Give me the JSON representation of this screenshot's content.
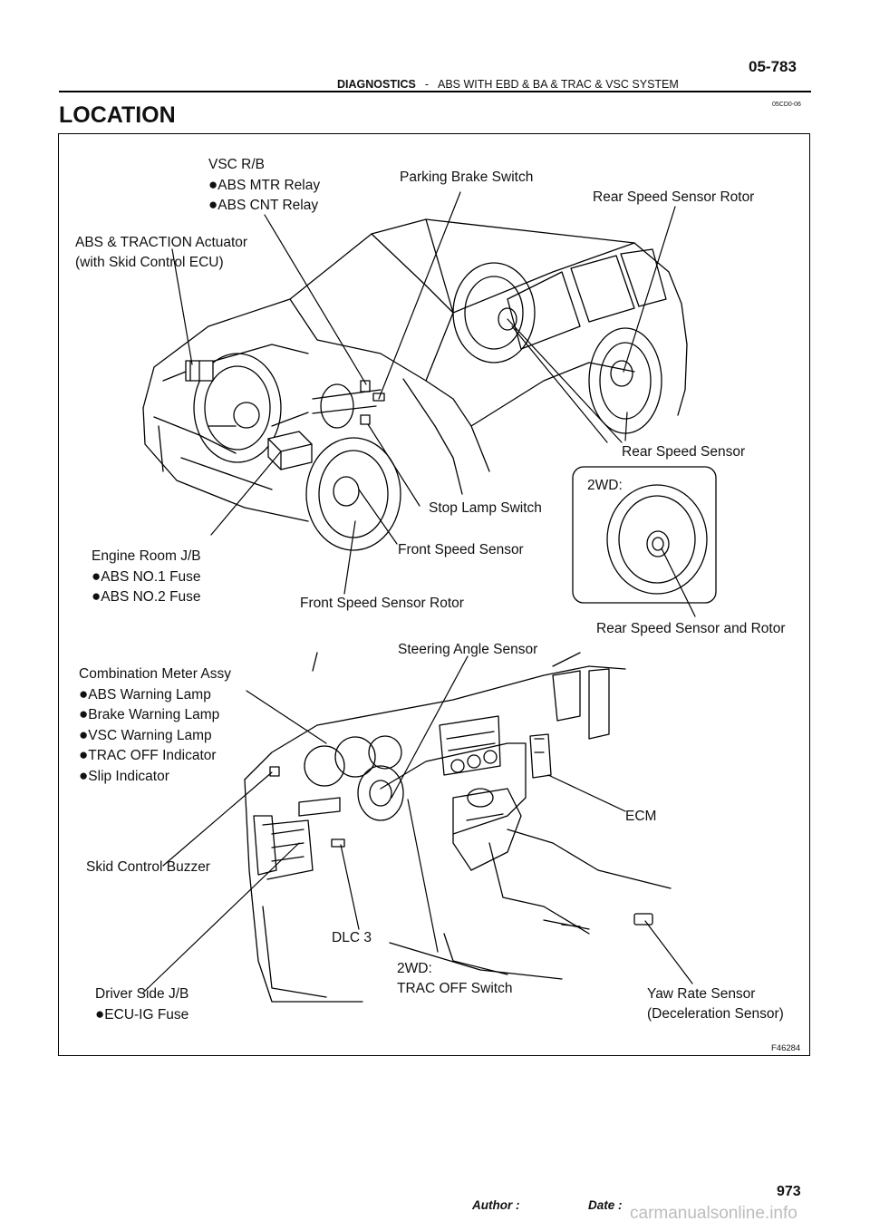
{
  "header": {
    "page_number": "05-783",
    "section": "DIAGNOSTICS",
    "separator": "-",
    "subject": "ABS WITH EBD & BA & TRAC & VSC SYSTEM"
  },
  "doc_code": "05CD0-06",
  "title": "LOCATION",
  "figure": {
    "code": "F46284",
    "bullet": "●",
    "vehicle_labels": {
      "vsc_rb": "VSC R/B",
      "abs_mtr_relay": "ABS MTR Relay",
      "abs_cnt_relay": "ABS CNT Relay",
      "parking_brake_switch": "Parking Brake Switch",
      "rear_speed_sensor_rotor": "Rear Speed Sensor Rotor",
      "abs_traction_actuator": "ABS & TRACTION Actuator",
      "with_skid_control_ecu": "(with Skid Control ECU)",
      "rear_speed_sensor": "Rear Speed Sensor",
      "two_wd": "2WD:",
      "stop_lamp_switch": "Stop Lamp Switch",
      "front_speed_sensor": "Front Speed Sensor",
      "engine_room_jb": "Engine Room J/B",
      "abs_no1_fuse": "ABS NO.1 Fuse",
      "abs_no2_fuse": "ABS NO.2 Fuse",
      "front_speed_sensor_rotor": "Front Speed Sensor Rotor",
      "rear_speed_sensor_and_rotor": "Rear Speed Sensor and Rotor"
    },
    "dash_labels": {
      "steering_angle_sensor": "Steering Angle Sensor",
      "combination_meter_assy": "Combination Meter Assy",
      "abs_warning_lamp": "ABS Warning Lamp",
      "brake_warning_lamp": "Brake Warning Lamp",
      "vsc_warning_lamp": "VSC Warning Lamp",
      "trac_off_indicator": "TRAC OFF Indicator",
      "slip_indicator": "Slip Indicator",
      "ecm": "ECM",
      "skid_control_buzzer": "Skid Control Buzzer",
      "dlc3": "DLC 3",
      "two_wd": "2WD:",
      "trac_off_switch": "TRAC OFF Switch",
      "driver_side_jb": "Driver Side J/B",
      "ecu_ig_fuse": "ECU-IG  Fuse",
      "yaw_rate_sensor": "Yaw Rate Sensor",
      "deceleration_sensor": "(Deceleration Sensor)"
    }
  },
  "footer": {
    "page": "973",
    "author_label": "Author :",
    "date_label": "Date :",
    "watermark": "carmanualsonline.info"
  }
}
